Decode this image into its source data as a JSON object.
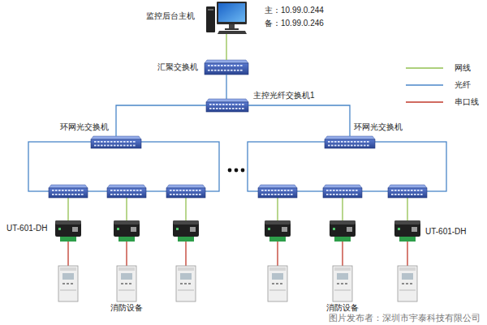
{
  "diagram": {
    "nodes": [
      {
        "text": [
          "监控后台主机"
        ]
      },
      {
        "text": [
          "汇聚交换机"
        ]
      },
      {
        "text": [
          "主控光纤交换机1"
        ]
      },
      {
        "text": [
          "环网光交换机"
        ]
      },
      {
        "text": [
          "环网光交换机"
        ]
      },
      {
        "text": [
          "UT-601-DH"
        ]
      },
      {
        "text": [
          "UT-601-DH"
        ]
      },
      {
        "text": [
          "消防设备"
        ]
      },
      {
        "text": [
          "消防设备"
        ]
      }
    ],
    "edges": [
      {
        "from": 0,
        "to": 1,
        "arrow": "none"
      },
      {
        "from": 1,
        "to": 2,
        "arrow": "none"
      },
      {
        "from": 2,
        "to": 3,
        "arrow": "none"
      },
      {
        "from": 2,
        "to": 4,
        "arrow": "none"
      }
    ],
    "labels": [
      "主：10.99.0.244",
      "备：10.99.0.246",
      "图片发布者：深圳市宇泰科技有限公司"
    ],
    "legend": [
      {
        "text": "网线"
      },
      {
        "text": "光纤"
      },
      {
        "text": "串口线"
      }
    ]
  }
}
